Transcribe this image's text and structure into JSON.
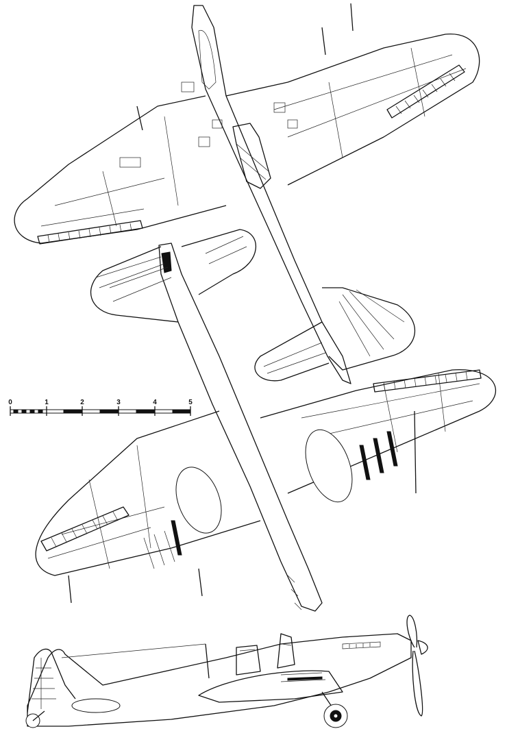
{
  "drawing": {
    "subject": "Ground-attack aircraft three-view technical line drawing",
    "views": [
      {
        "name": "top-view",
        "position": "upper"
      },
      {
        "name": "bottom-view",
        "position": "middle"
      },
      {
        "name": "side-view",
        "position": "lower"
      }
    ],
    "line_color": "#111111",
    "background": "#ffffff"
  },
  "scale_bar": {
    "ticks": [
      "0",
      "1",
      "2",
      "3",
      "4",
      "5"
    ],
    "unit_note": ""
  }
}
